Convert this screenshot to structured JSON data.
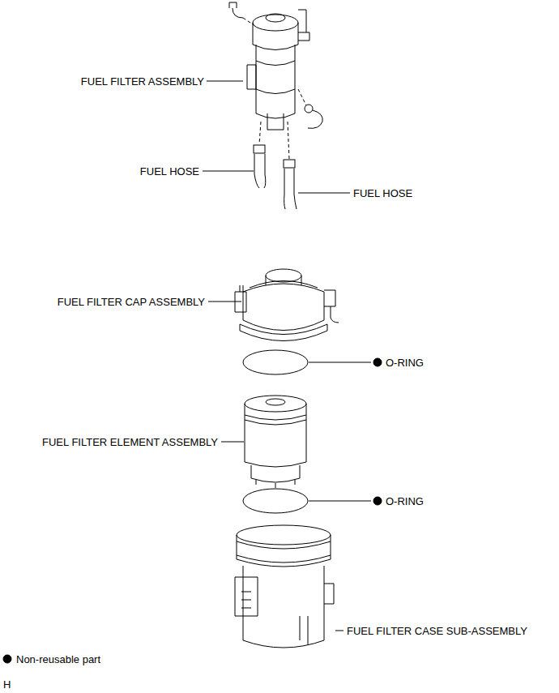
{
  "diagram": {
    "labels": [
      "FUEL FILTER ASSEMBLY",
      "FUEL HOSE",
      "FUEL HOSE",
      "FUEL FILTER CAP ASSEMBLY",
      "O-RING",
      "FUEL FILTER ELEMENT ASSEMBLY",
      "O-RING",
      "FUEL FILTER CASE SUB-ASSEMBLY",
      "H"
    ],
    "legend": [
      {
        "text": "Non-reusable part"
      }
    ]
  }
}
